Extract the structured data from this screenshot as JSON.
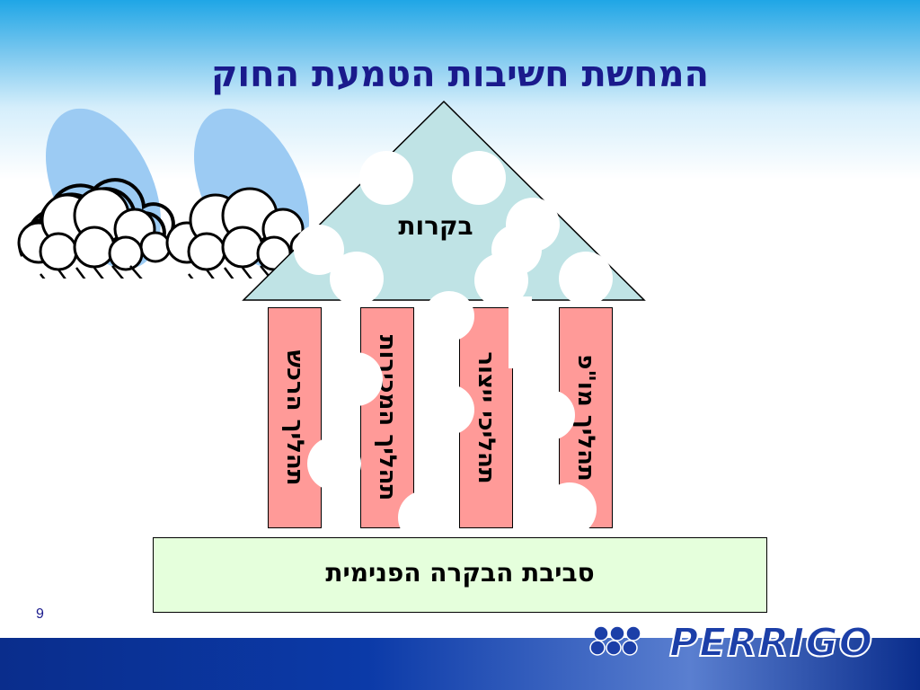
{
  "slide": {
    "title": "המחשת חשיבות הטמעת החוק",
    "page_number": "9"
  },
  "diagram": {
    "roof_label": "בקרות",
    "pillars": [
      {
        "label": "תהליך הרכש",
        "color": "#ff9a98"
      },
      {
        "label": "תהליך המכירות",
        "color": "#ff9a98"
      },
      {
        "label": "תהליכי ייצור",
        "color": "#ff9a98"
      },
      {
        "label": "תהליך מו\"פ",
        "color": "#ff9a98"
      }
    ],
    "base_label": "סביבת הבקרה הפנימית"
  },
  "brand": {
    "logo_text": "PERRIGO",
    "primary_color": "#1c3fa8"
  },
  "icons": [
    "rain-cloud-icon",
    "rain-cloud-icon"
  ],
  "colors": {
    "roof": "#bfe3e5",
    "base": "#e5ffdc",
    "pillar": "#ff9a98",
    "title": "#1a1a8c"
  }
}
